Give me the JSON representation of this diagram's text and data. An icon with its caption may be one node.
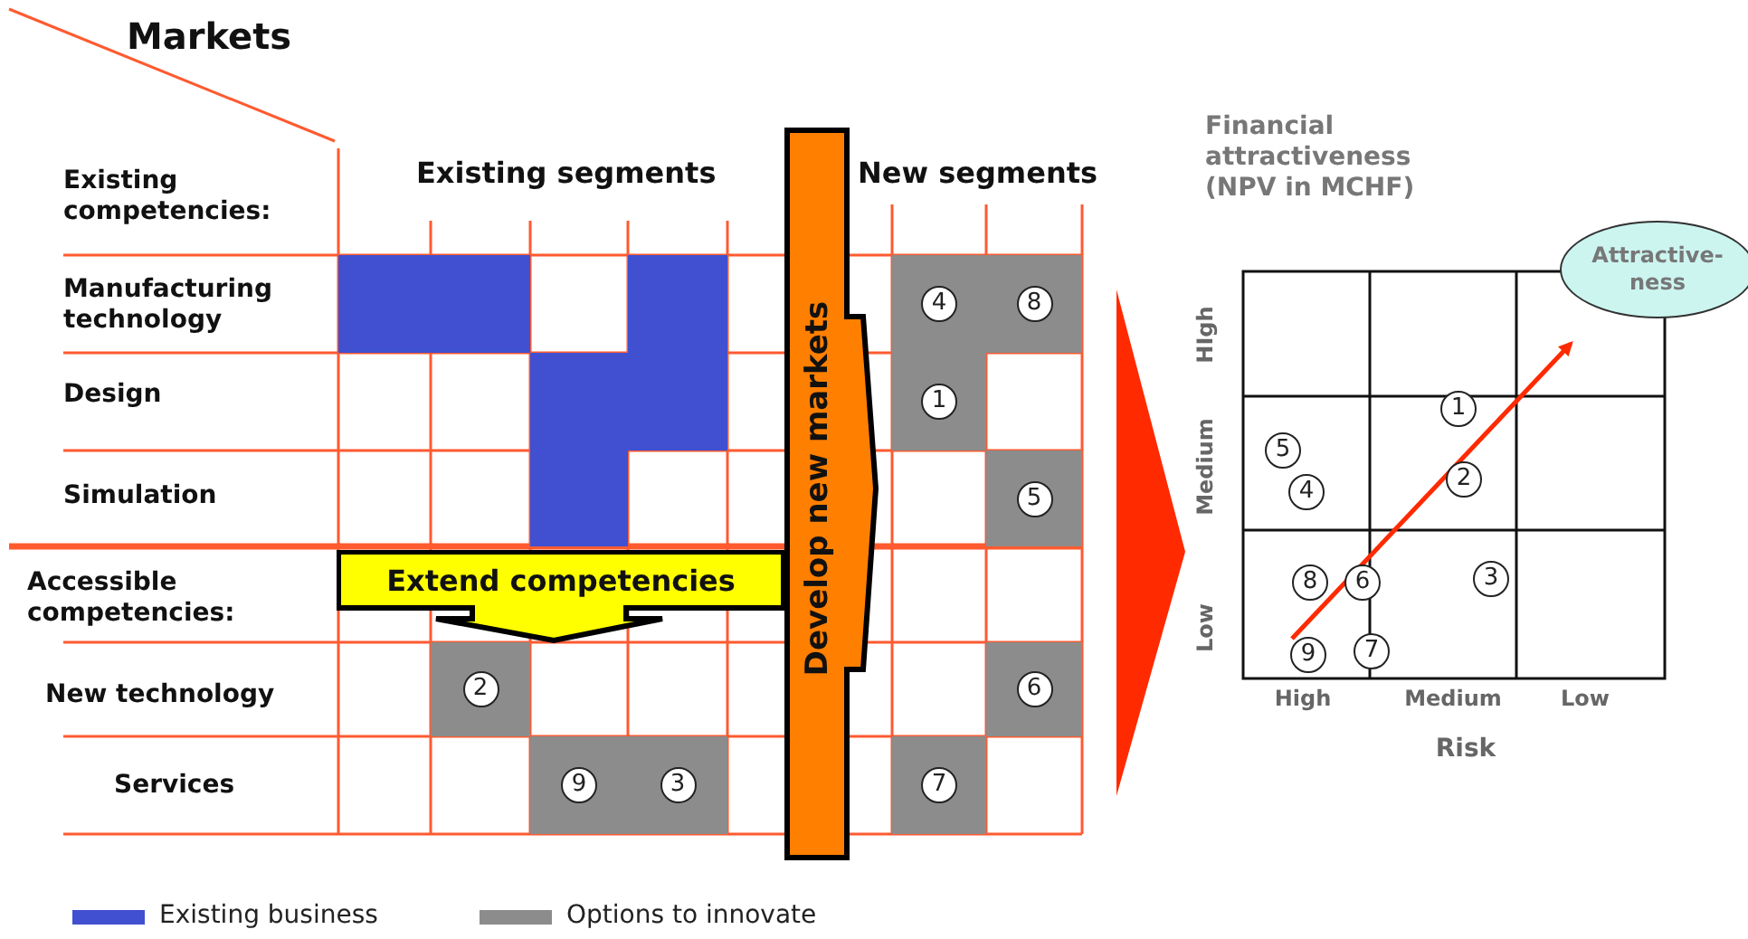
{
  "diagram": {
    "nodes": [
      {
        "text": [
          "Develop new markets"
        ]
      },
      {
        "text": [
          "Extend competencies"
        ]
      },
      {
        "text": [
          "Attractive-ness"
        ]
      }
    ],
    "labels": [
      "Markets",
      "Existing competencies:",
      "Existing segments",
      "New segments",
      "Financial attractiveness (NPV in MCHF)",
      "Manufacturing technology",
      "4",
      "8",
      "Design",
      "1",
      "Simulation",
      "5",
      "Accessible competencies:",
      "New technology",
      "2",
      "6",
      "Services",
      "9",
      "3",
      "7",
      "HIgh",
      "Medium",
      "Low",
      "1",
      "5",
      "4",
      "2",
      "8",
      "6",
      "3",
      "9",
      "7",
      "High",
      "Medium",
      "Low",
      "Risk"
    ],
    "legend": [
      {
        "text": "Existing business",
        "color": "#4050d0"
      },
      {
        "text": "Options to innovate",
        "color": "#8c8c8c"
      }
    ]
  }
}
